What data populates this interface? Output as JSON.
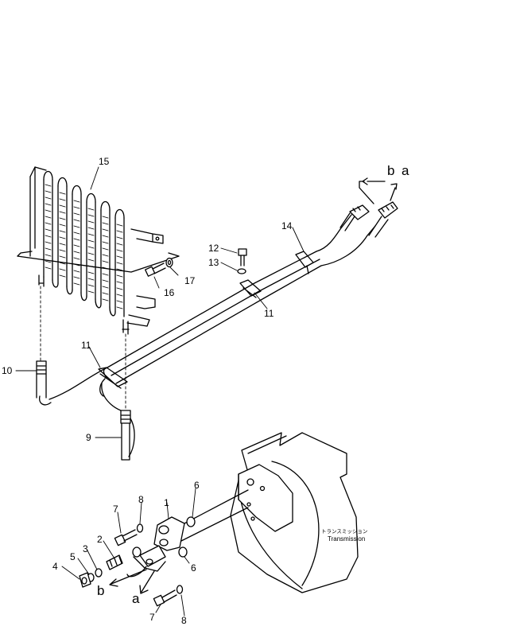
{
  "callouts": {
    "n1": "1",
    "n2": "2",
    "n3": "3",
    "n4": "4",
    "n5": "5",
    "n6a": "6",
    "n6b": "6",
    "n7a": "7",
    "n7b": "7",
    "n8a": "8",
    "n8b": "8",
    "n9": "9",
    "n10": "10",
    "n11a": "11",
    "n11b": "11",
    "n12": "12",
    "n13": "13",
    "n14": "14",
    "n15": "15",
    "n16": "16",
    "n17": "17"
  },
  "connections": {
    "a_top": "a",
    "b_top": "b",
    "a_bottom": "a",
    "b_bottom": "b"
  },
  "transmission": {
    "label_jp": "トランスミッション",
    "label_en": "Transmission"
  }
}
